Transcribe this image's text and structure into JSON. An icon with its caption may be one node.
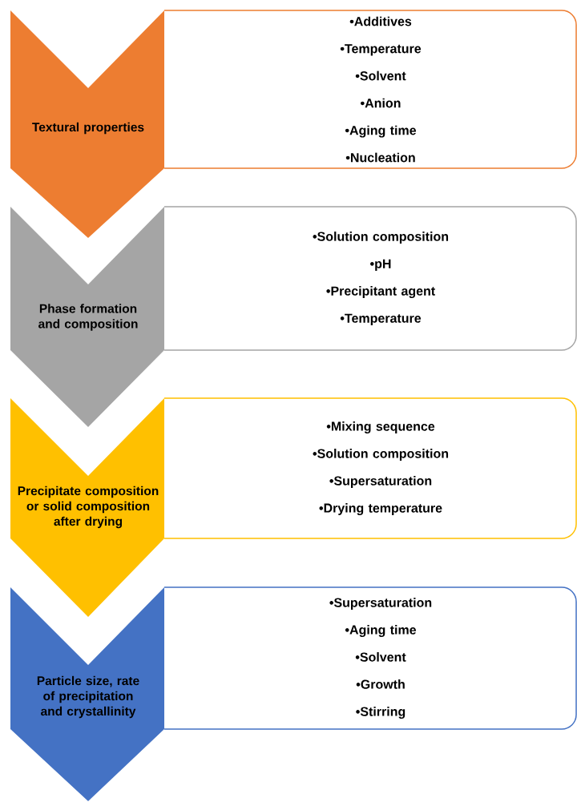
{
  "diagram": {
    "nodes": [
      {
        "text": [
          "Textural properties"
        ]
      },
      {
        "text": [
          "•Additives",
          "•Temperature",
          "•Solvent",
          "•Anion",
          "•Aging time",
          "•Nucleation"
        ]
      },
      {
        "text": [
          "Phase formation and composition"
        ]
      },
      {
        "text": [
          "•Solution composition",
          "•pH",
          "•Precipitant agent",
          "•Temperature"
        ]
      },
      {
        "text": [
          "Precipitate composition or solid composition after drying"
        ]
      },
      {
        "text": [
          "•Mixing sequence",
          "•Solution composition",
          "•Supersaturation",
          "•Drying temperature"
        ]
      },
      {
        "text": [
          "Particle size, rate of precipitation and crystallinity"
        ]
      },
      {
        "text": [
          "•Supersaturation",
          "•Aging time",
          "•Solvent",
          "•Growth",
          "•Stirring"
        ]
      }
    ]
  }
}
